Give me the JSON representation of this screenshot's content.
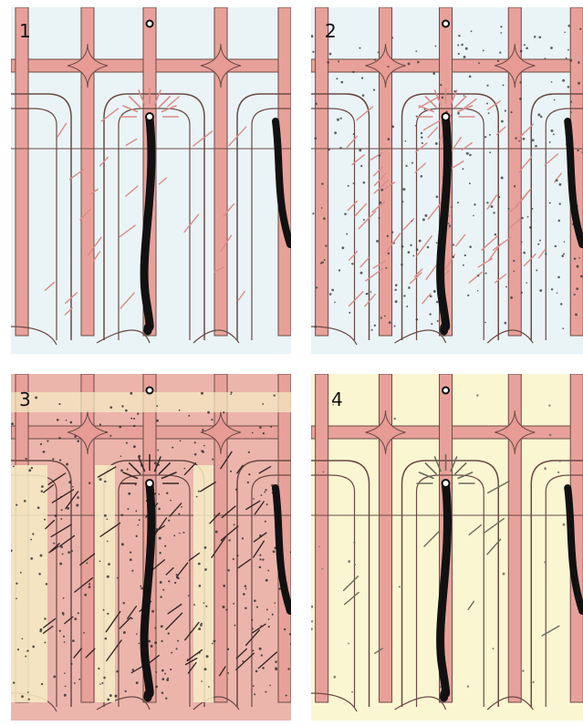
{
  "figure": {
    "panels": [
      {
        "label": "1",
        "bg": "#eaf4f7",
        "band": "#e8a19a",
        "node": "#e89a95",
        "mark": "#d98c88",
        "dots": "none"
      },
      {
        "label": "2",
        "bg": "#eaf4f7",
        "band": "#e8a19a",
        "node": "#e89a95",
        "mark": "#d98c88",
        "dots": "dark"
      },
      {
        "label": "3",
        "bg": "#ecb5ac",
        "band": "#e8a19a",
        "node": "#e89a95",
        "mark": "#3a2a26",
        "dots": "heavy",
        "rim": "#f6ecc4"
      },
      {
        "label": "4",
        "bg": "#fbf6d2",
        "band": "#e8a19a",
        "node": "#e89a95",
        "mark": "#6b6b5e",
        "dots": "sparse"
      }
    ],
    "colors": {
      "outline": "#6a4a46",
      "catheter": "#111111"
    }
  }
}
